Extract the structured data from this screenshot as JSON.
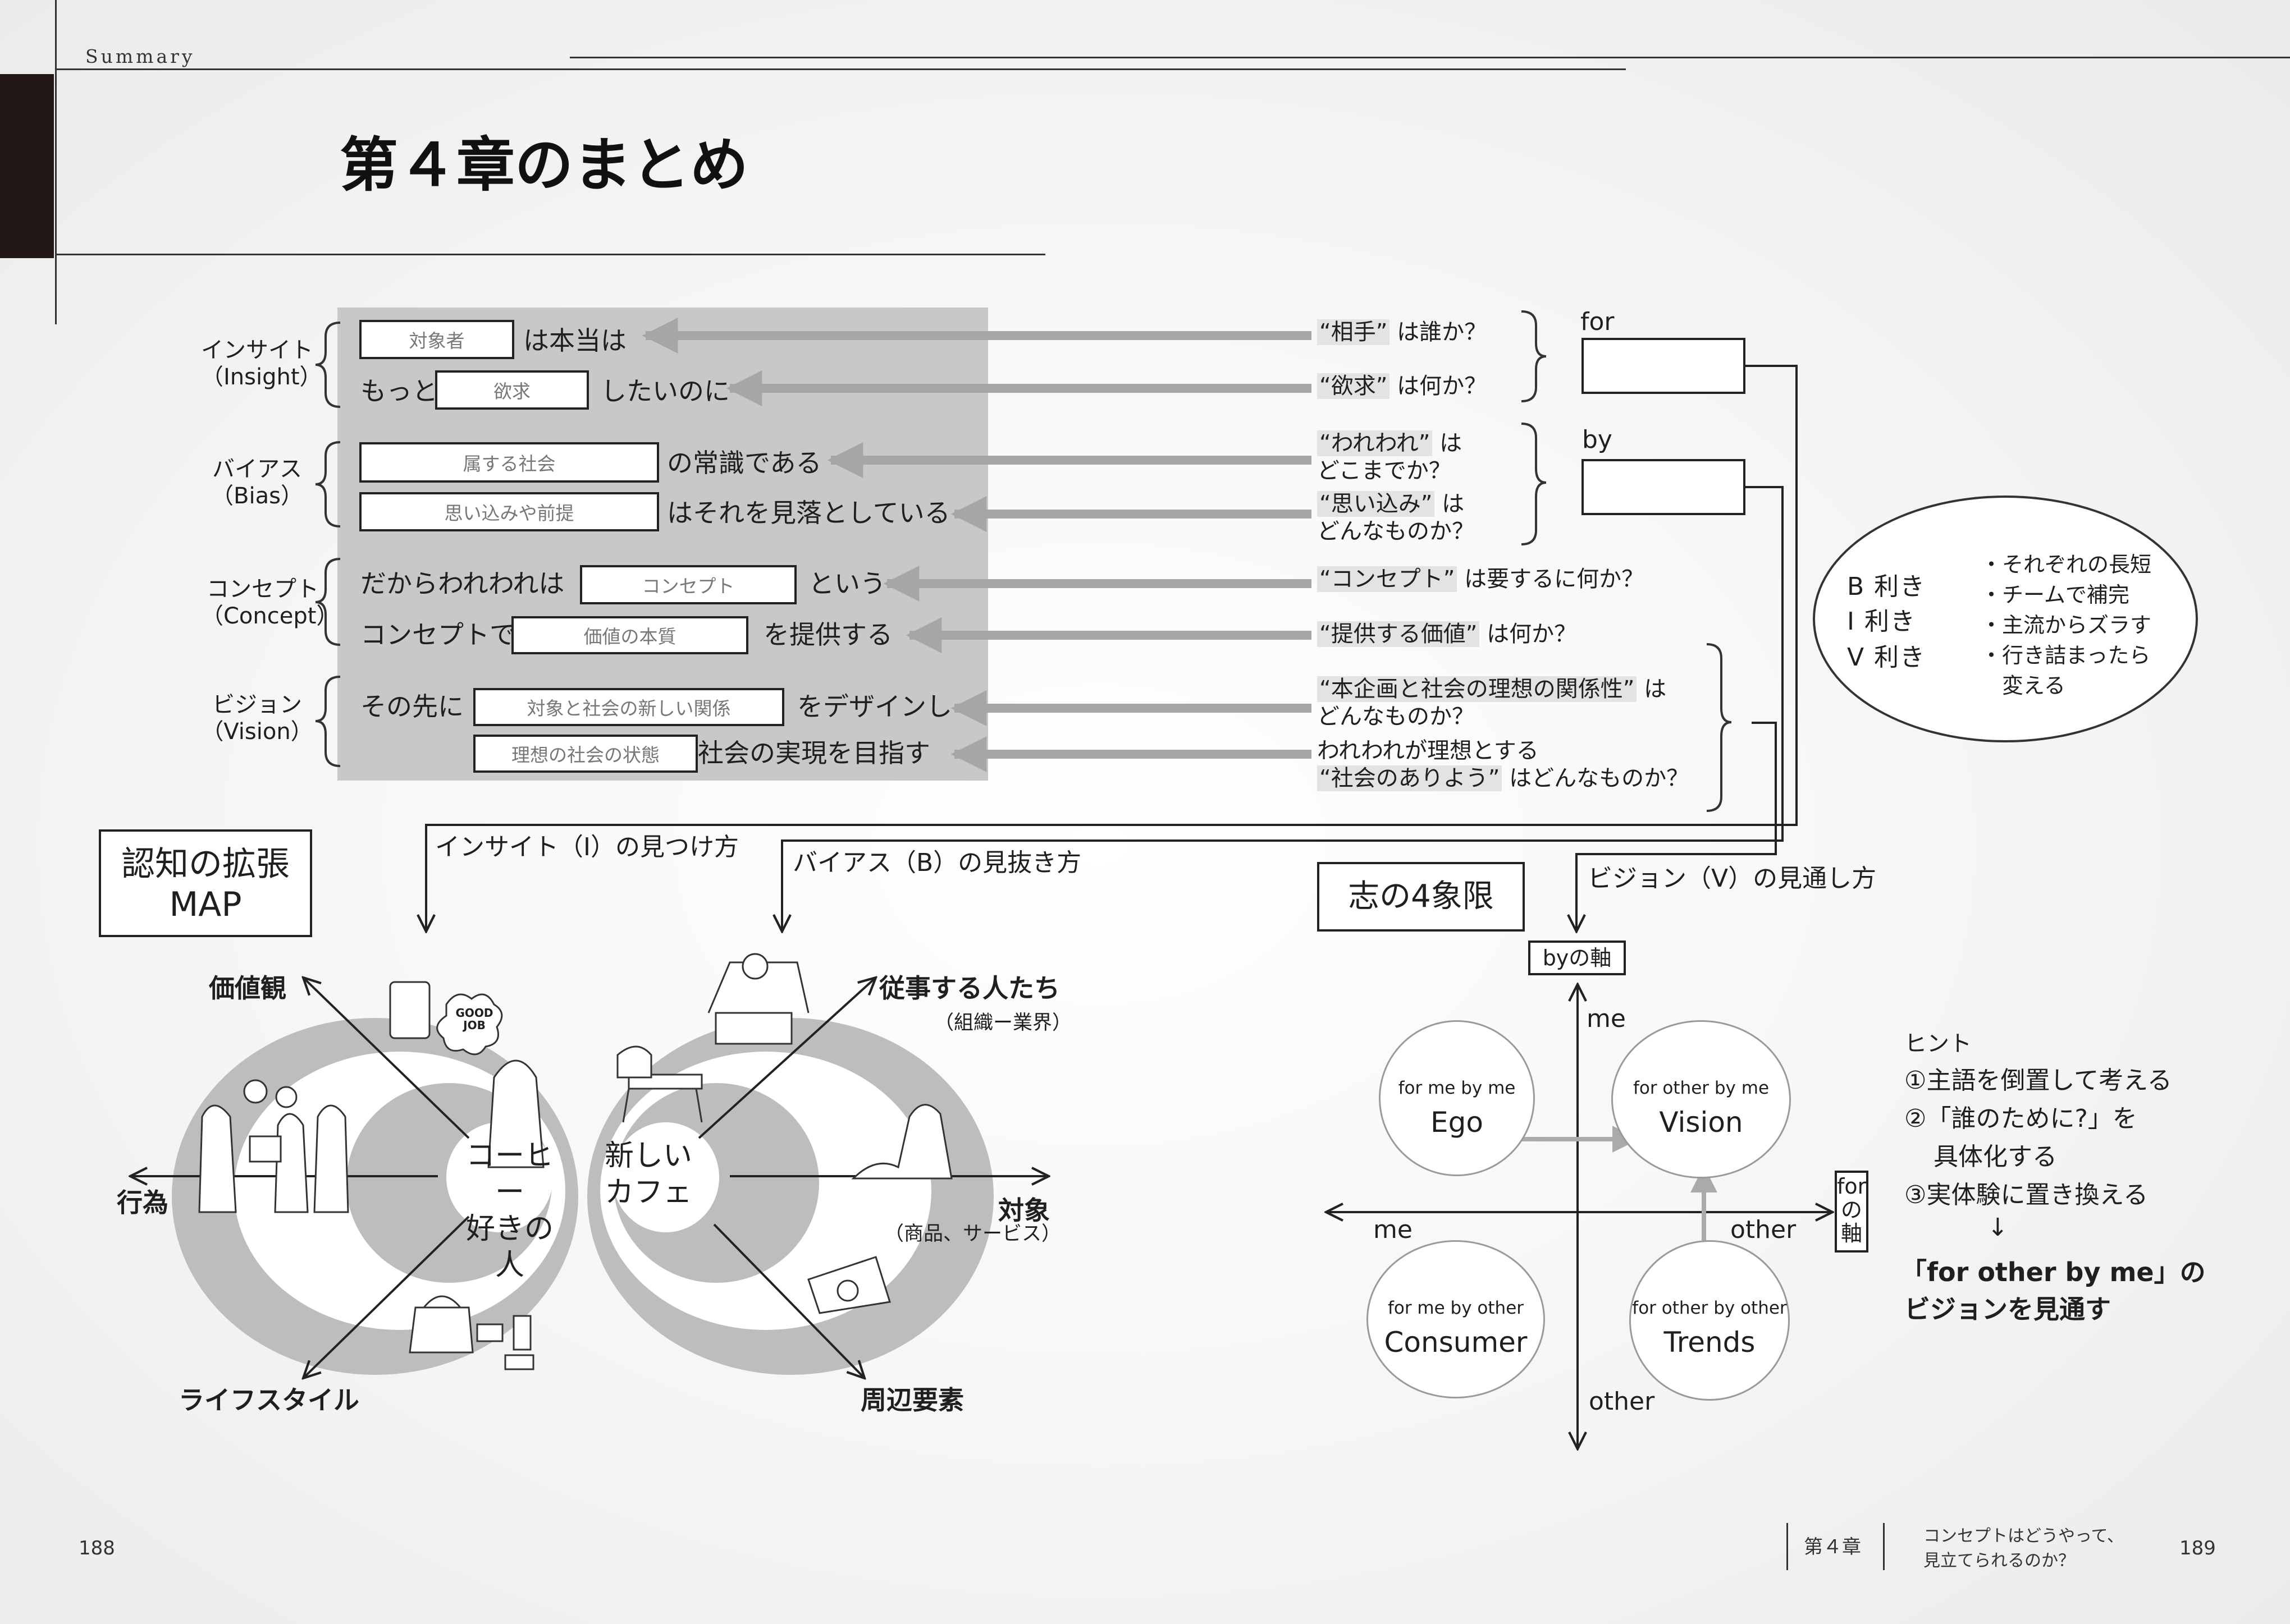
{
  "header": {
    "section": "Summary"
  },
  "title": "第４章のまとめ",
  "framework": {
    "insight": {
      "label": "インサイト",
      "en": "（Insight）",
      "row1": {
        "box": "対象者",
        "text": "は本当は"
      },
      "row2": {
        "pre": "もっと",
        "box": "欲求",
        "text": "したいのに"
      }
    },
    "bias": {
      "label": "バイアス",
      "en": "（Bias）",
      "row1": {
        "box": "属する社会",
        "text": "の常識である"
      },
      "row2": {
        "box": "思い込みや前提",
        "text": "はそれを見落としている"
      }
    },
    "concept": {
      "label": "コンセプト",
      "en": "（Concept）",
      "row1": {
        "pre": "だからわれわれは",
        "box": "コンセプト",
        "text": "という"
      },
      "row2": {
        "pre": "コンセプトで",
        "box": "価値の本質",
        "text": "を提供する"
      }
    },
    "vision": {
      "label": "ビジョン",
      "en": "（Vision）",
      "row1": {
        "pre": "その先に",
        "box": "対象と社会の新しい関係",
        "text": "をデザインし"
      },
      "row2": {
        "box": "理想の社会の状態",
        "text": "社会の実現を目指す"
      }
    }
  },
  "questions": {
    "q1": "“相手”",
    "q1b": "は誰か？",
    "q2": "“欲求”",
    "q2b": "は何か？",
    "q3": "“われわれ”",
    "q3b": "は",
    "q3c": "どこまでか？",
    "q4": "“思い込み”",
    "q4b": "は",
    "q4c": "どんなものか？",
    "q5": "“コンセプト”",
    "q5b": "は要するに何か？",
    "q6": "“提供する価値”",
    "q6b": "は何か？",
    "q7": "“本企画と社会の理想の関係性”",
    "q7b": "は",
    "q7c": "どんなものか？",
    "q8": "われわれが理想とする",
    "q9": "“社会のありよう”",
    "q9b": "はどんなものか？"
  },
  "side": {
    "for": "for",
    "by": "by"
  },
  "bubble": {
    "left": [
      "B 利き",
      "I 利き",
      "V 利き"
    ],
    "right": [
      "・それぞれの長短",
      "・チームで補完",
      "・主流からズラす",
      "・行き詰まったら",
      "　変える"
    ]
  },
  "map": {
    "title1": "認知の拡張",
    "title2": "MAP",
    "insight_way": "インサイト（I）の見つけ方",
    "bias_way": "バイアス（B）の見抜き方",
    "values": "価値観",
    "action": "行為",
    "lifestyle": "ライフスタイル",
    "workers": "従事する人たち",
    "workers_sub": "（組織ー業界）",
    "target": "対象",
    "target_sub": "（商品、サービス）",
    "periphery": "周辺要素",
    "center_left1": "コーヒー",
    "center_left2": "好きの人",
    "center_right1": "新しい",
    "center_right2": "カフェ",
    "goodjob1": "GOOD",
    "goodjob2": "JOB"
  },
  "quadrant": {
    "title": "志の4象限",
    "vision_way": "ビジョン（V）の見通し方",
    "by_axis": "byの軸",
    "for_axis1": "for",
    "for_axis2": "の",
    "for_axis3": "軸",
    "me_top": "me",
    "other_bottom": "other",
    "me_left": "me",
    "other_right": "other",
    "ego_small": "for me by me",
    "ego": "Ego",
    "vision_small": "for other by me",
    "vision": "Vision",
    "consumer_small": "for me by other",
    "consumer": "Consumer",
    "trends_small": "for other by other",
    "trends": "Trends"
  },
  "hint": {
    "title": "ヒント",
    "l1": "①主語を倒置して考える",
    "l2": "②「誰のために?」を",
    "l3": "具体化する",
    "l4": "③実体験に置き換える",
    "arrow": "↓",
    "l5": "「for other by me」の",
    "l6": "ビジョンを見通す"
  },
  "footer": {
    "page_left": "188",
    "page_right": "189",
    "chapter": "第４章",
    "book1": "コンセプトはどうやって、",
    "book2": "見立てられるのか？"
  }
}
